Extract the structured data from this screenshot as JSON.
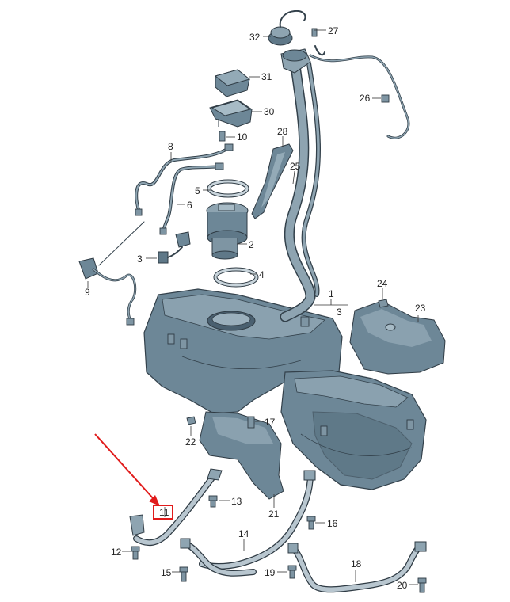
{
  "diagram": {
    "callouts": [
      {
        "id": "c1",
        "text": "1"
      },
      {
        "id": "c2",
        "text": "2"
      },
      {
        "id": "c3a",
        "text": "3"
      },
      {
        "id": "c3b",
        "text": "3"
      },
      {
        "id": "c4",
        "text": "4"
      },
      {
        "id": "c5",
        "text": "5"
      },
      {
        "id": "c6",
        "text": "6"
      },
      {
        "id": "c8",
        "text": "8"
      },
      {
        "id": "c9",
        "text": "9"
      },
      {
        "id": "c10",
        "text": "10"
      },
      {
        "id": "c11",
        "text": "11"
      },
      {
        "id": "c12",
        "text": "12"
      },
      {
        "id": "c13",
        "text": "13"
      },
      {
        "id": "c14",
        "text": "14"
      },
      {
        "id": "c15",
        "text": "15"
      },
      {
        "id": "c16",
        "text": "16"
      },
      {
        "id": "c17",
        "text": "17"
      },
      {
        "id": "c18",
        "text": "18"
      },
      {
        "id": "c19",
        "text": "19"
      },
      {
        "id": "c20",
        "text": "20"
      },
      {
        "id": "c21",
        "text": "21"
      },
      {
        "id": "c22",
        "text": "22"
      },
      {
        "id": "c23",
        "text": "23"
      },
      {
        "id": "c24",
        "text": "24"
      },
      {
        "id": "c25",
        "text": "25"
      },
      {
        "id": "c26",
        "text": "26"
      },
      {
        "id": "c27",
        "text": "27"
      },
      {
        "id": "c28",
        "text": "28"
      },
      {
        "id": "c30",
        "text": "30"
      },
      {
        "id": "c31",
        "text": "31"
      },
      {
        "id": "c32",
        "text": "32"
      }
    ],
    "highlight_color": "#e11b1b"
  }
}
